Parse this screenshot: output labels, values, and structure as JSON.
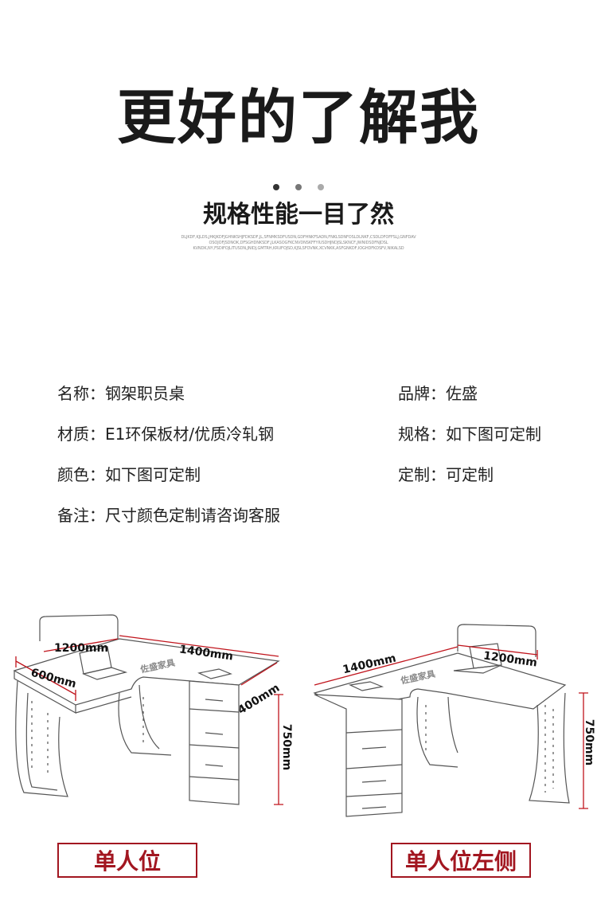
{
  "header": {
    "title": "更好的了解我",
    "subtitle": "规格性能一目了然",
    "fine_print": [
      "DLJKDF,KJLDS,JHKJKDFJGHNKSHJFDKSDF,JL,SFNMKSDFUSDN,GDFHNKFSADN,FNKLSDNFOSLDLNKF,CSDLDFOFFSLJ,GNFDAV",
      "OSOJOFJSDNOK,DFSGHDNKSDF,JLKASOGFKCNVDNSKFFYIUSDHJNDJSLSKNCF,JWNIDSDFNJDSL",
      "KVNDK,NY,FSDIFOJLITUSDN,JNIDJ,GMTRH,KRUFOJSD,KJSLSFOVNK,XCVNKK,ASFGNKDF,IOGHDFKDSFV,NIKALSD"
    ],
    "dot_colors": [
      "#333333",
      "#777777",
      "#aaaaaa"
    ]
  },
  "specs": {
    "name": "名称：钢架职员桌",
    "brand": "品牌：佐盛",
    "material": "材质：E1环保板材/优质冷轧钢",
    "size": "规格：如下图可定制",
    "color": "颜色：如下图可定制",
    "custom": "定制：可定制",
    "note": "备注：尺寸颜色定制请咨询客服"
  },
  "drawings": {
    "left": {
      "dims": [
        "1200mm",
        "1400mm",
        "600mm",
        "400mm",
        "750mm"
      ],
      "brand_mark": "佐盛家具",
      "caption": "单人位"
    },
    "right": {
      "dims": [
        "1400mm",
        "1200mm",
        "750mm"
      ],
      "brand_mark": "佐盛家具",
      "caption": "单人位左侧"
    }
  },
  "colors": {
    "dimension_red": "#c0141c",
    "caption_red": "#a21620"
  }
}
